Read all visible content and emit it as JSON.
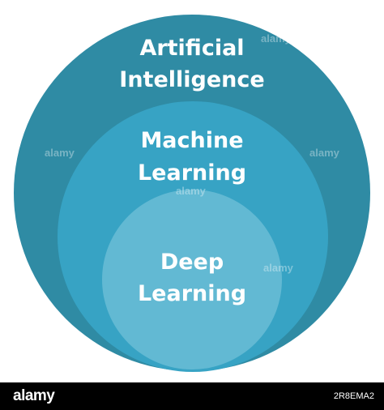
{
  "diagram": {
    "outer": {
      "label_line1": "Artificial",
      "label_line2": "Intelligence",
      "color": "#2f8ba4"
    },
    "middle": {
      "label_line1": "Machine",
      "label_line2": "Learning",
      "color": "#37a3c4"
    },
    "inner": {
      "label_line1": "Deep",
      "label_line2": "Learning",
      "color": "#62b9d3"
    }
  },
  "watermark": {
    "text": "alamy"
  },
  "footer": {
    "logo": "alamy",
    "image_id": "2R8EMA2"
  }
}
